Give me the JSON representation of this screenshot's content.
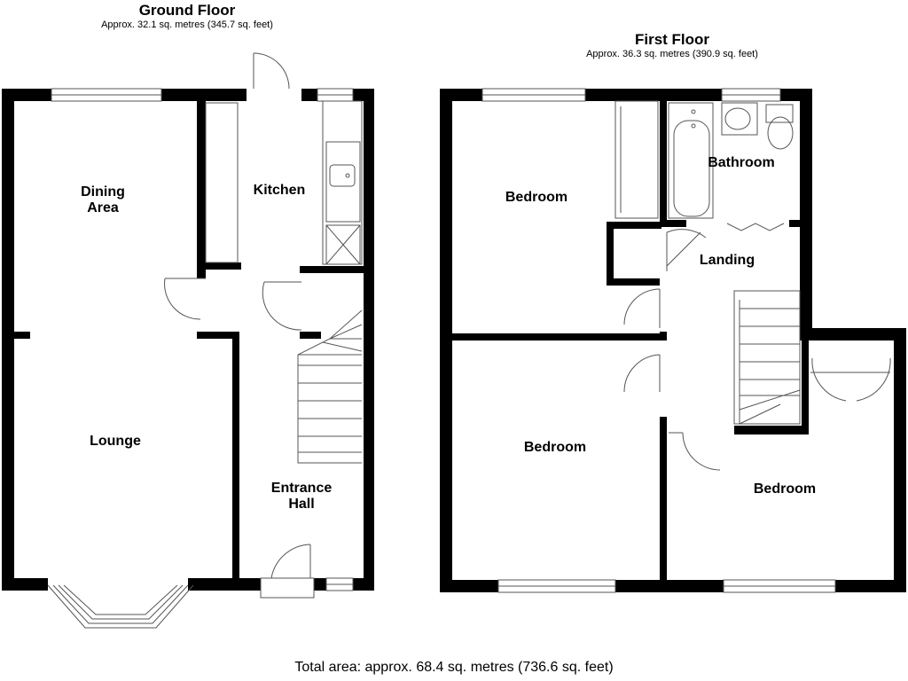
{
  "floors": [
    {
      "title": "Ground Floor",
      "area": "Approx. 32.1 sq. metres (345.7 sq. feet)"
    },
    {
      "title": "First Floor",
      "area": "Approx. 36.3 sq. metres (390.9 sq. feet)"
    }
  ],
  "rooms": {
    "dining": "Dining\nArea",
    "kitchen": "Kitchen",
    "lounge": "Lounge",
    "hall": "Entrance\nHall",
    "bedroom_top": "Bedroom",
    "bathroom": "Bathroom",
    "landing": "Landing",
    "bedroom_left": "Bedroom",
    "bedroom_right": "Bedroom"
  },
  "total_area": "Total area: approx. 68.4 sq. metres (736.6 sq. feet)",
  "colors": {
    "wall": "#000000",
    "fixture": "#555555",
    "background": "#ffffff"
  }
}
